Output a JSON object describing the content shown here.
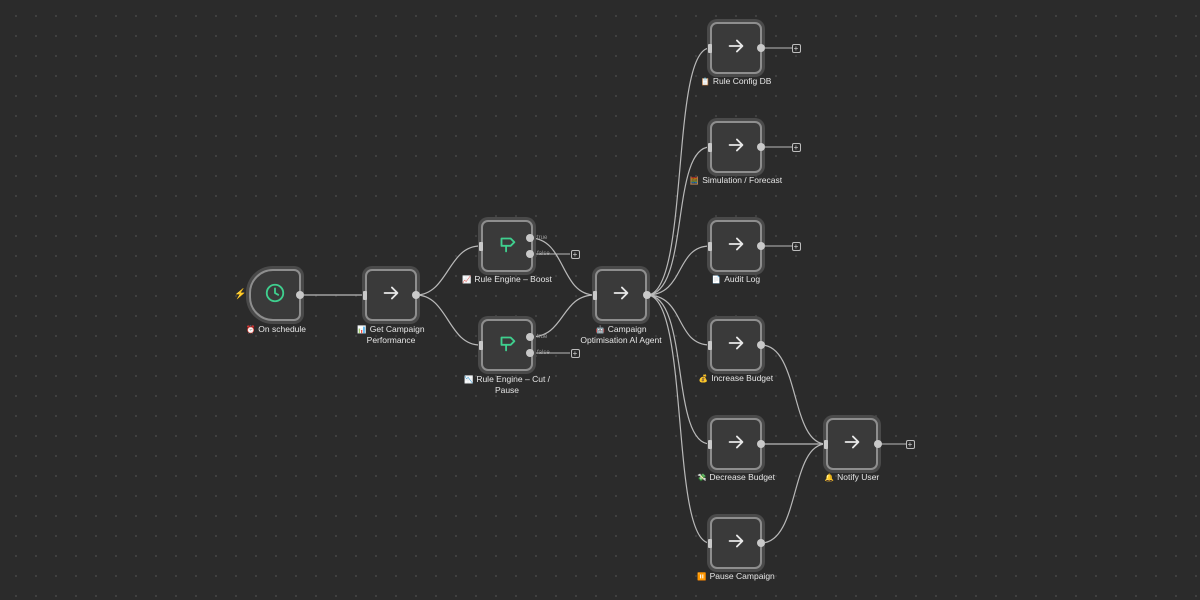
{
  "nodes": {
    "on_schedule": {
      "label": "On schedule",
      "emoji": "⏰",
      "icon": "clock-icon"
    },
    "get_campaign": {
      "label": "Get Campaign Performance",
      "emoji": "📊",
      "icon": "arrow-right-icon"
    },
    "rule_boost": {
      "label": "Rule Engine – Boost",
      "emoji": "📈",
      "icon": "signpost-icon"
    },
    "rule_cut": {
      "label": "Rule Engine – Cut / Pause",
      "emoji": "📉",
      "icon": "signpost-icon"
    },
    "agent": {
      "label": "Campaign Optimisation AI Agent",
      "emoji": "🤖",
      "icon": "arrow-right-icon"
    },
    "rule_config": {
      "label": "Rule Config DB",
      "emoji": "📋",
      "icon": "arrow-right-icon"
    },
    "simulation": {
      "label": "Simulation / Forecast",
      "emoji": "🧮",
      "icon": "arrow-right-icon"
    },
    "audit_log": {
      "label": "Audit Log",
      "emoji": "📄",
      "icon": "arrow-right-icon"
    },
    "increase_budget": {
      "label": "Increase Budget",
      "emoji": "💰",
      "icon": "arrow-right-icon"
    },
    "decrease_budget": {
      "label": "Decrease Budget",
      "emoji": "💸",
      "icon": "arrow-right-icon"
    },
    "pause_campaign": {
      "label": "Pause Campaign",
      "emoji": "⏸️",
      "icon": "arrow-right-icon"
    },
    "notify_user": {
      "label": "Notify User",
      "emoji": "🔔",
      "icon": "arrow-right-icon"
    }
  },
  "branches": {
    "true": "true",
    "false": "false"
  },
  "plus": "+",
  "trigger_bolt": "⚡",
  "colors": {
    "canvas": "#2b2b2b",
    "node_fill": "#3a3a3a",
    "node_border": "#8e8e8e",
    "edge": "#b9b9b9",
    "icon_white": "#e8e8e8",
    "icon_green": "#3fcf8e",
    "bolt": "#e0533f"
  }
}
